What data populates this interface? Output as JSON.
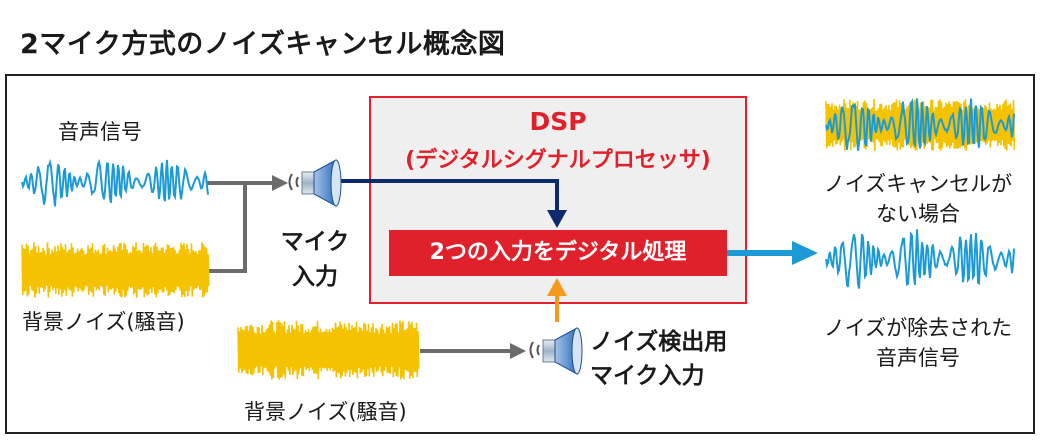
{
  "title": "2マイク方式のノイズキャンセル概念図",
  "dsp": {
    "name": "DSP",
    "subtitle": "(デジタルシグナルプロセッサ)",
    "process_label": "2つの入力をデジタル処理"
  },
  "inputs": {
    "voice_signal": "音声信号",
    "background_noise": "背景ノイズ(騒音)",
    "background_noise_2": "背景ノイズ(騒音)"
  },
  "mics": {
    "mic_input_line1": "マイク",
    "mic_input_line2": "入力",
    "noise_mic_line1": "ノイズ検出用",
    "noise_mic_line2": "マイク入力"
  },
  "outputs": {
    "without_nc_line1": "ノイズキャンセルが",
    "without_nc_line2": "ない場合",
    "removed_line1": "ノイズが除去された",
    "removed_line2": "音声信号"
  },
  "colors": {
    "voice_wave": "#1b9ad6",
    "noise_wave": "#f5c200",
    "dsp_red": "#e0202a",
    "navy_arrow": "#0d2a6e",
    "orange_arrow": "#f29a1d",
    "gray_line": "#6b6b6b",
    "output_arrow": "#1b9ad6"
  }
}
